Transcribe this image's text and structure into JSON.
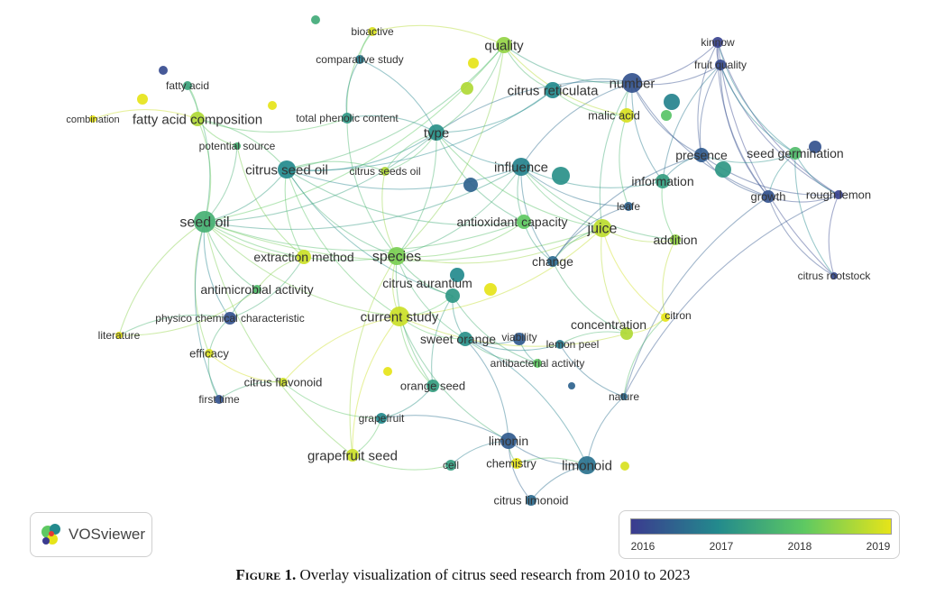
{
  "colors": {
    "y2016": "#3b3b8f",
    "y2017": "#238a8d",
    "y2018": "#5ec962",
    "y2019": "#e6e419",
    "purple": "#6a5acd",
    "lavender": "#8c80d0"
  },
  "nodes": [
    {
      "label": "bioactive",
      "year": 2018.9
    },
    {
      "label": "quality",
      "year": 2018.4
    },
    {
      "label": "kinnow",
      "year": 2016.1
    },
    {
      "label": "fruit quality",
      "year": 2016.2
    },
    {
      "label": "comparative study",
      "year": 2016.8
    },
    {
      "label": "fatty acid",
      "year": 2017.4
    },
    {
      "label": "number",
      "year": 2016.3
    },
    {
      "label": "citrus reticulata",
      "year": 2017.0
    },
    {
      "label": "combination",
      "year": 2019.0
    },
    {
      "label": "fatty acid composition",
      "year": 2018.6
    },
    {
      "label": "total phenolic content",
      "year": 2017.2
    },
    {
      "label": "malic acid",
      "year": 2018.9
    },
    {
      "label": "potential source",
      "year": 2017.6
    },
    {
      "label": "type",
      "year": 2017.1
    },
    {
      "label": "presence",
      "year": 2016.4
    },
    {
      "label": "seed germination",
      "year": 2017.8
    },
    {
      "label": "citrus seed oil",
      "year": 2017.0
    },
    {
      "label": "citrus seeds oil",
      "year": 2018.6
    },
    {
      "label": "influence",
      "year": 2016.9
    },
    {
      "label": "information",
      "year": 2017.3
    },
    {
      "label": "growth",
      "year": 2016.3
    },
    {
      "label": "rough lemon",
      "year": 2016.1
    },
    {
      "label": "leafe",
      "year": 2016.5
    },
    {
      "label": "seed oil",
      "year": 2017.6
    },
    {
      "label": "antioxidant capacity",
      "year": 2018.0
    },
    {
      "label": "juice",
      "year": 2018.7
    },
    {
      "label": "addition",
      "year": 2018.4
    },
    {
      "label": "extraction method",
      "year": 2018.8
    },
    {
      "label": "species",
      "year": 2018.2
    },
    {
      "label": "change",
      "year": 2016.6
    },
    {
      "label": "citrus rootstock",
      "year": 2016.2
    },
    {
      "label": "antimicrobial activity",
      "year": 2017.8
    },
    {
      "label": "citrus aurantium",
      "year": 2017.2
    },
    {
      "label": "physico chemical characteristic",
      "year": 2016.3
    },
    {
      "label": "current study",
      "year": 2018.8
    },
    {
      "label": "literature",
      "year": 2019.0
    },
    {
      "label": "citron",
      "year": 2019.0
    },
    {
      "label": "concentration",
      "year": 2018.6
    },
    {
      "label": "sweet orange",
      "year": 2017.1
    },
    {
      "label": "viability",
      "year": 2016.4
    },
    {
      "label": "lemon peel",
      "year": 2016.8
    },
    {
      "label": "efficacy",
      "year": 2018.9
    },
    {
      "label": "antibacterial activity",
      "year": 2018.0
    },
    {
      "label": "citrus flavonoid",
      "year": 2018.8
    },
    {
      "label": "orange seed",
      "year": 2017.3
    },
    {
      "label": "nature",
      "year": 2016.6
    },
    {
      "label": "first time",
      "year": 2016.3
    },
    {
      "label": "grapefruit",
      "year": 2017.0
    },
    {
      "label": "limonin",
      "year": 2016.4
    },
    {
      "label": "grapefruit seed",
      "year": 2018.8
    },
    {
      "label": "cell",
      "year": 2017.3
    },
    {
      "label": "chemistry",
      "year": 2019.0
    },
    {
      "label": "limonoid",
      "year": 2016.7
    },
    {
      "label": "citrus limonoid",
      "year": 2016.6
    },
    {
      "label": "",
      "year": 2017.5
    },
    {
      "label": "",
      "year": 2016.2
    },
    {
      "label": "",
      "year": 2019.0
    },
    {
      "label": "",
      "year": 2019.0
    },
    {
      "label": "",
      "year": 2019.0
    },
    {
      "label": "",
      "year": 2018.6
    },
    {
      "label": "",
      "year": 2016.9
    },
    {
      "label": "",
      "year": 2017.9
    },
    {
      "label": "",
      "year": 2017.1
    },
    {
      "label": "",
      "year": 2016.5
    },
    {
      "label": "",
      "year": 2017.0
    },
    {
      "label": "",
      "year": 2017.2
    },
    {
      "label": "",
      "year": 2019.0
    },
    {
      "label": "",
      "year": 2016.3
    },
    {
      "label": "",
      "year": 2019.0
    },
    {
      "label": "",
      "year": 2016.5
    },
    {
      "label": "",
      "year": 2018.9
    }
  ],
  "brand": {
    "name": "VOSviewer"
  },
  "legend": {
    "ticks": [
      "2016",
      "2017",
      "2018",
      "2019"
    ]
  },
  "caption": {
    "label": "Figure 1.",
    "text": " Overlay visualization of citrus seed research from 2010 to 2023"
  }
}
